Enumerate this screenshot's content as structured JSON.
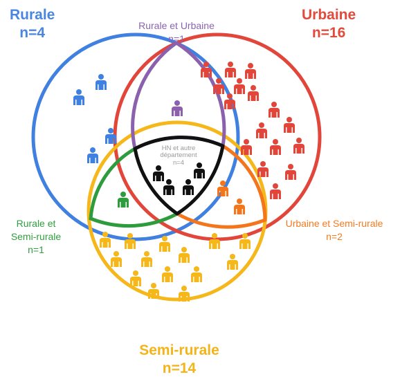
{
  "sets": {
    "rurale": {
      "name": "Rurale",
      "count": "n=4",
      "color": "#3f80e0",
      "people": 4
    },
    "urbaine": {
      "name": "Urbaine",
      "count": "n=16",
      "color": "#e2463a",
      "people": 16
    },
    "semi": {
      "name": "Semi-rurale",
      "count": "n=14",
      "color": "#f5b719",
      "people": 14
    }
  },
  "overlaps": {
    "rurale_urbaine": {
      "name": "Rurale et Urbaine",
      "count": "n=1",
      "color": "#8b60ad",
      "people": 1
    },
    "rurale_semi": {
      "line1": "Rurale et",
      "line2": "Semi-rurale",
      "count": "n=1",
      "color": "#2e9c3c",
      "people": 1
    },
    "urbaine_semi": {
      "name": "Urbaine et Semi-rurale",
      "count": "n=2",
      "color": "#f3761d",
      "people": 2
    },
    "center": {
      "line1": "HN et autre",
      "line2": "département",
      "count": "n=4",
      "color": "#111111",
      "people": 4
    }
  },
  "icons": {
    "person": "person-icon"
  }
}
